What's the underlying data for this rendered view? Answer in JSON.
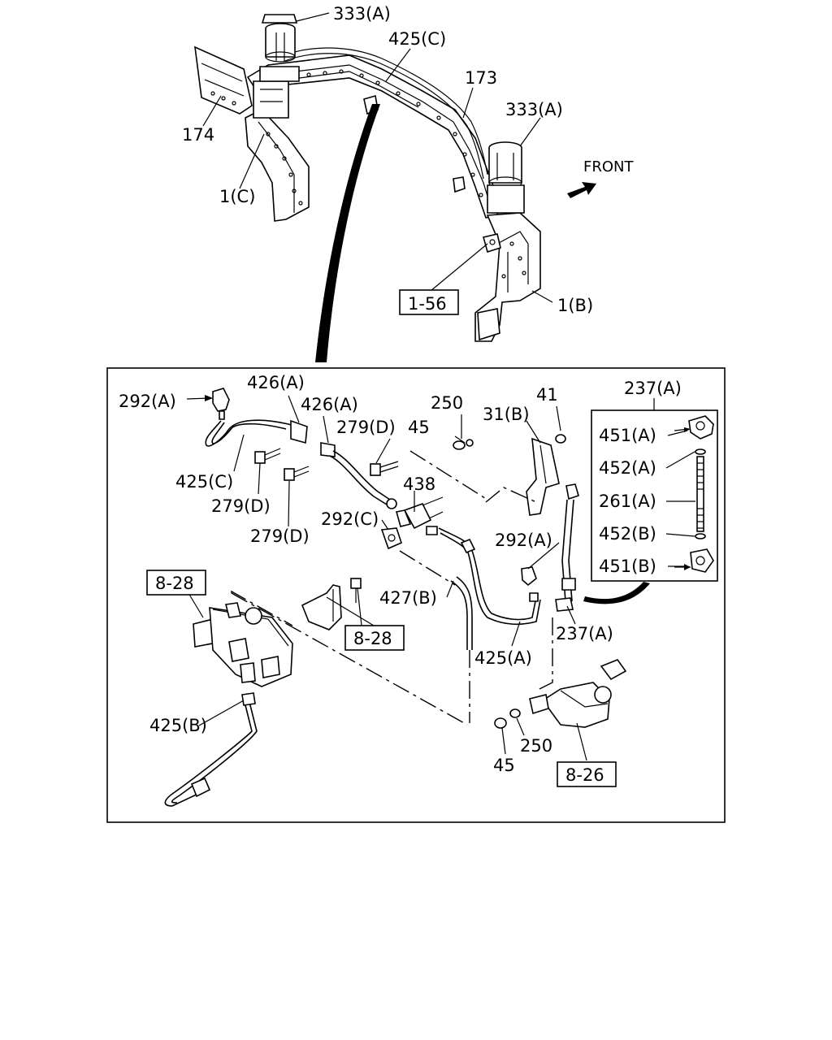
{
  "front_label": "FRONT",
  "labels": {
    "l333a_top": "333(A)",
    "l425c_top": "425(C)",
    "l173": "173",
    "l333a_right": "333(A)",
    "l174": "174",
    "l1c": "1(C)",
    "l1_56": "1-56",
    "l1b": "1(B)",
    "l237a_box": "237(A)",
    "l292a_left": "292(A)",
    "l426a_1": "426(A)",
    "l426a_2": "426(A)",
    "l250_top": "250",
    "l41": "41",
    "l31b": "31(B)",
    "l279d_top": "279(D)",
    "l45_top": "45",
    "l438": "438",
    "l425c_inner": "425(C)",
    "l279d_mid": "279(D)",
    "l279d_low": "279(D)",
    "l292c": "292(C)",
    "l292a_right": "292(A)",
    "l451a": "451(A)",
    "l452a": "452(A)",
    "l261a": "261(A)",
    "l452b": "452(B)",
    "l451b": "451(B)",
    "l8_28_left": "8-28",
    "l427b": "427(B)",
    "l8_28_mid": "8-28",
    "l425a": "425(A)",
    "l237a_low": "237(A)",
    "l425b": "425(B)",
    "l250_low": "250",
    "l45_low": "45",
    "l8_26": "8-26"
  }
}
